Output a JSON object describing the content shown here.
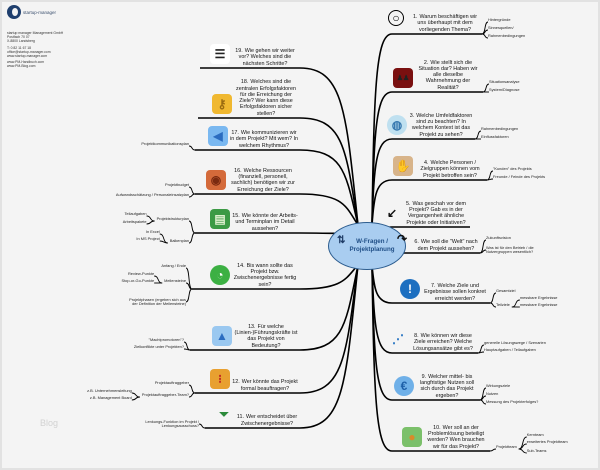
{
  "company": {
    "logo_text": "startup-manager",
    "address_lines": [
      "startup manager Management GmbH",
      "Postfach 70 07",
      "X-8800 Landsberg"
    ],
    "contact_lines": [
      "T: 0 82 11 67 18",
      "office@startup-manager.com",
      "www.startup-manager.com"
    ],
    "web_lines": [
      "www.PM-Handbuch.com",
      "www.PM-Blog.com"
    ]
  },
  "watermark": "Blog",
  "center": {
    "title": "W-Fragen / Projektplanung",
    "icon": "arrows-icon",
    "fill": "#a9cdf0"
  },
  "nodes": [
    {
      "num": "1.",
      "text": "Warum beschäftigen wir uns überhaupt mit dem vorliegenden Thema?",
      "icon": "magnifier",
      "subs": [
        {
          "t": "Hintergründe"
        },
        {
          "t": "Sinnesquellen/"
        },
        {
          "t": "Rahmenbedingungen"
        }
      ]
    },
    {
      "num": "2.",
      "text": "Wie stellt sich die Situation dar? Haben wir alle dieselbe Wahrnehmung der Realität?",
      "icon": "people",
      "subs": [
        {
          "t": "Situationsanalyse"
        },
        {
          "t": "System/Diagnose"
        }
      ]
    },
    {
      "num": "3.",
      "text": "Welche Umfeldfaktoren sind zu beachten? In welchem Kontext ist das Projekt zu sehen?",
      "icon": "globe",
      "subs": [
        {
          "t": "Rahmenbedingungen"
        },
        {
          "t": "Einflussfaktoren"
        }
      ]
    },
    {
      "num": "4.",
      "text": "Welche Personen / Zielgruppen können vom Projekt betroffen sein?",
      "icon": "handshake",
      "subs": [
        {
          "t": "\"Kunden\" des Projekts"
        },
        {
          "t": "Freunde / Feinde des Projekts"
        }
      ]
    },
    {
      "num": "5.",
      "text": "Was geschah vor dem Projekt? Gab es in der Vergangenheit ähnliche Projekte oder Initiativen?",
      "icon": "arrow-back",
      "subs": []
    },
    {
      "num": "6.",
      "text": "Wie soll die \"Welt\" nach dem Projekt aussehen?",
      "icon": "arrow-forward",
      "subs": [
        {
          "t": "Zukunftsvision"
        },
        {
          "t": "Was ist für den Betrieb / die Nutzergruppen wesentlich?"
        }
      ]
    },
    {
      "num": "7.",
      "text": "Welche Ziele und Ergebnisse sollen konkret erreicht werden?",
      "icon": "exclamation",
      "subs": [
        {
          "t": "Gesamtziel"
        },
        {
          "t": "Teilziele",
          "subs": [
            "messbare Ergebnisse",
            "messbare Ergebnisse"
          ]
        }
      ]
    },
    {
      "num": "8.",
      "text": "Wie können wir diese Ziele erreichen? Welche Lösungsansätze gibt es?",
      "icon": "footprints",
      "subs": [
        {
          "t": "generelle Lösungswege / Szenarien"
        },
        {
          "t": "Hauptaufgaben / Teilaufgaben"
        }
      ]
    },
    {
      "num": "9.",
      "text": "Welcher mittel- bis langfristige Nutzen soll sich durch das Projekt ergeben?",
      "icon": "euro",
      "subs": [
        {
          "t": "Wirkungsziele"
        },
        {
          "t": "Nutzen"
        },
        {
          "t": "Messung des Projekterfolges?"
        }
      ]
    },
    {
      "num": "10.",
      "text": "Wer soll an der Problemlösung beteiligt werden? Wen brauchen wir für das Projekt?",
      "icon": "person",
      "subs": [
        {
          "t": "Projektteam",
          "subs": [
            "Kernteam",
            "erweitertes Projektteam",
            "Sub-Teams"
          ]
        }
      ]
    },
    {
      "num": "11.",
      "text": "Wer entscheidet über Zwischenergebnisse?",
      "icon": "funnel",
      "subs": [
        {
          "t": "Lenkungs-Funktion im Projekt / Lenkungsausschuss?"
        }
      ]
    },
    {
      "num": "12.",
      "text": "Wer könnte das Projekt formal beauftragen?",
      "icon": "traffic-light",
      "subs": [
        {
          "t": "Projektauftraggeber"
        },
        {
          "t": "Projektauftraggeber-Team?",
          "subs": [
            "z.B. Unternehmensleitung",
            "z.B. Management Board"
          ]
        }
      ]
    },
    {
      "num": "13.",
      "text": "Für welche (Linien-)Führungskräfte ist das Projekt von Bedeutung?",
      "icon": "rocket",
      "subs": [
        {
          "t": "\"Machtpromotoren\"?"
        },
        {
          "t": "Zielkonflikte unter Projekten?"
        }
      ]
    },
    {
      "num": "14.",
      "text": "Bis wann sollte das Projekt bzw. Zwischenergebnisse fertig sein?",
      "icon": "clock",
      "subs": [
        {
          "t": "Anfang / Ende"
        },
        {
          "t": "Meilensteine",
          "subs": [
            "Review-Punkte",
            "Stop-or-Go-Punkte"
          ]
        },
        {
          "t": "Projektphasen (ergeben sich aus der Definition der Meilensteine)"
        }
      ]
    },
    {
      "num": "15.",
      "text": "Wie könnte der Arbeits- und Terminplan im Detail aussehen?",
      "icon": "window",
      "subs": [
        {
          "t": "Projektstrukturplan",
          "subs": [
            "Teilaufgaben",
            "Arbeitspakete"
          ]
        },
        {
          "t": "Balkenplan",
          "subs": [
            "In Excel",
            "In MS Project"
          ]
        }
      ]
    },
    {
      "num": "16.",
      "text": "Welche Ressourcen (finanziell, personell, sachlich) benötigen wir zur Erreichung der Ziele?",
      "icon": "wallet",
      "subs": [
        {
          "t": "Projektbudget"
        },
        {
          "t": "Aufwandsschätzung / Personaleinsatzplan"
        }
      ]
    },
    {
      "num": "17.",
      "text": "Wie kommunizieren wir in dem Projekt? Mit wem? In welchem Rhythmus?",
      "icon": "megaphone",
      "subs": [
        {
          "t": "Projektkommunikationsplan"
        }
      ]
    },
    {
      "num": "18.",
      "text": "Welches sind die zentralen Erfolgsfaktoren für die Erreichung der Ziele? Wer kann diese Erfolgsfaktoren sicher stellen?",
      "icon": "key",
      "subs": []
    },
    {
      "num": "19.",
      "text": "Wie gehen wir weiter vor? Welches sind die nächsten Schritte?",
      "icon": "notepad",
      "subs": []
    }
  ]
}
